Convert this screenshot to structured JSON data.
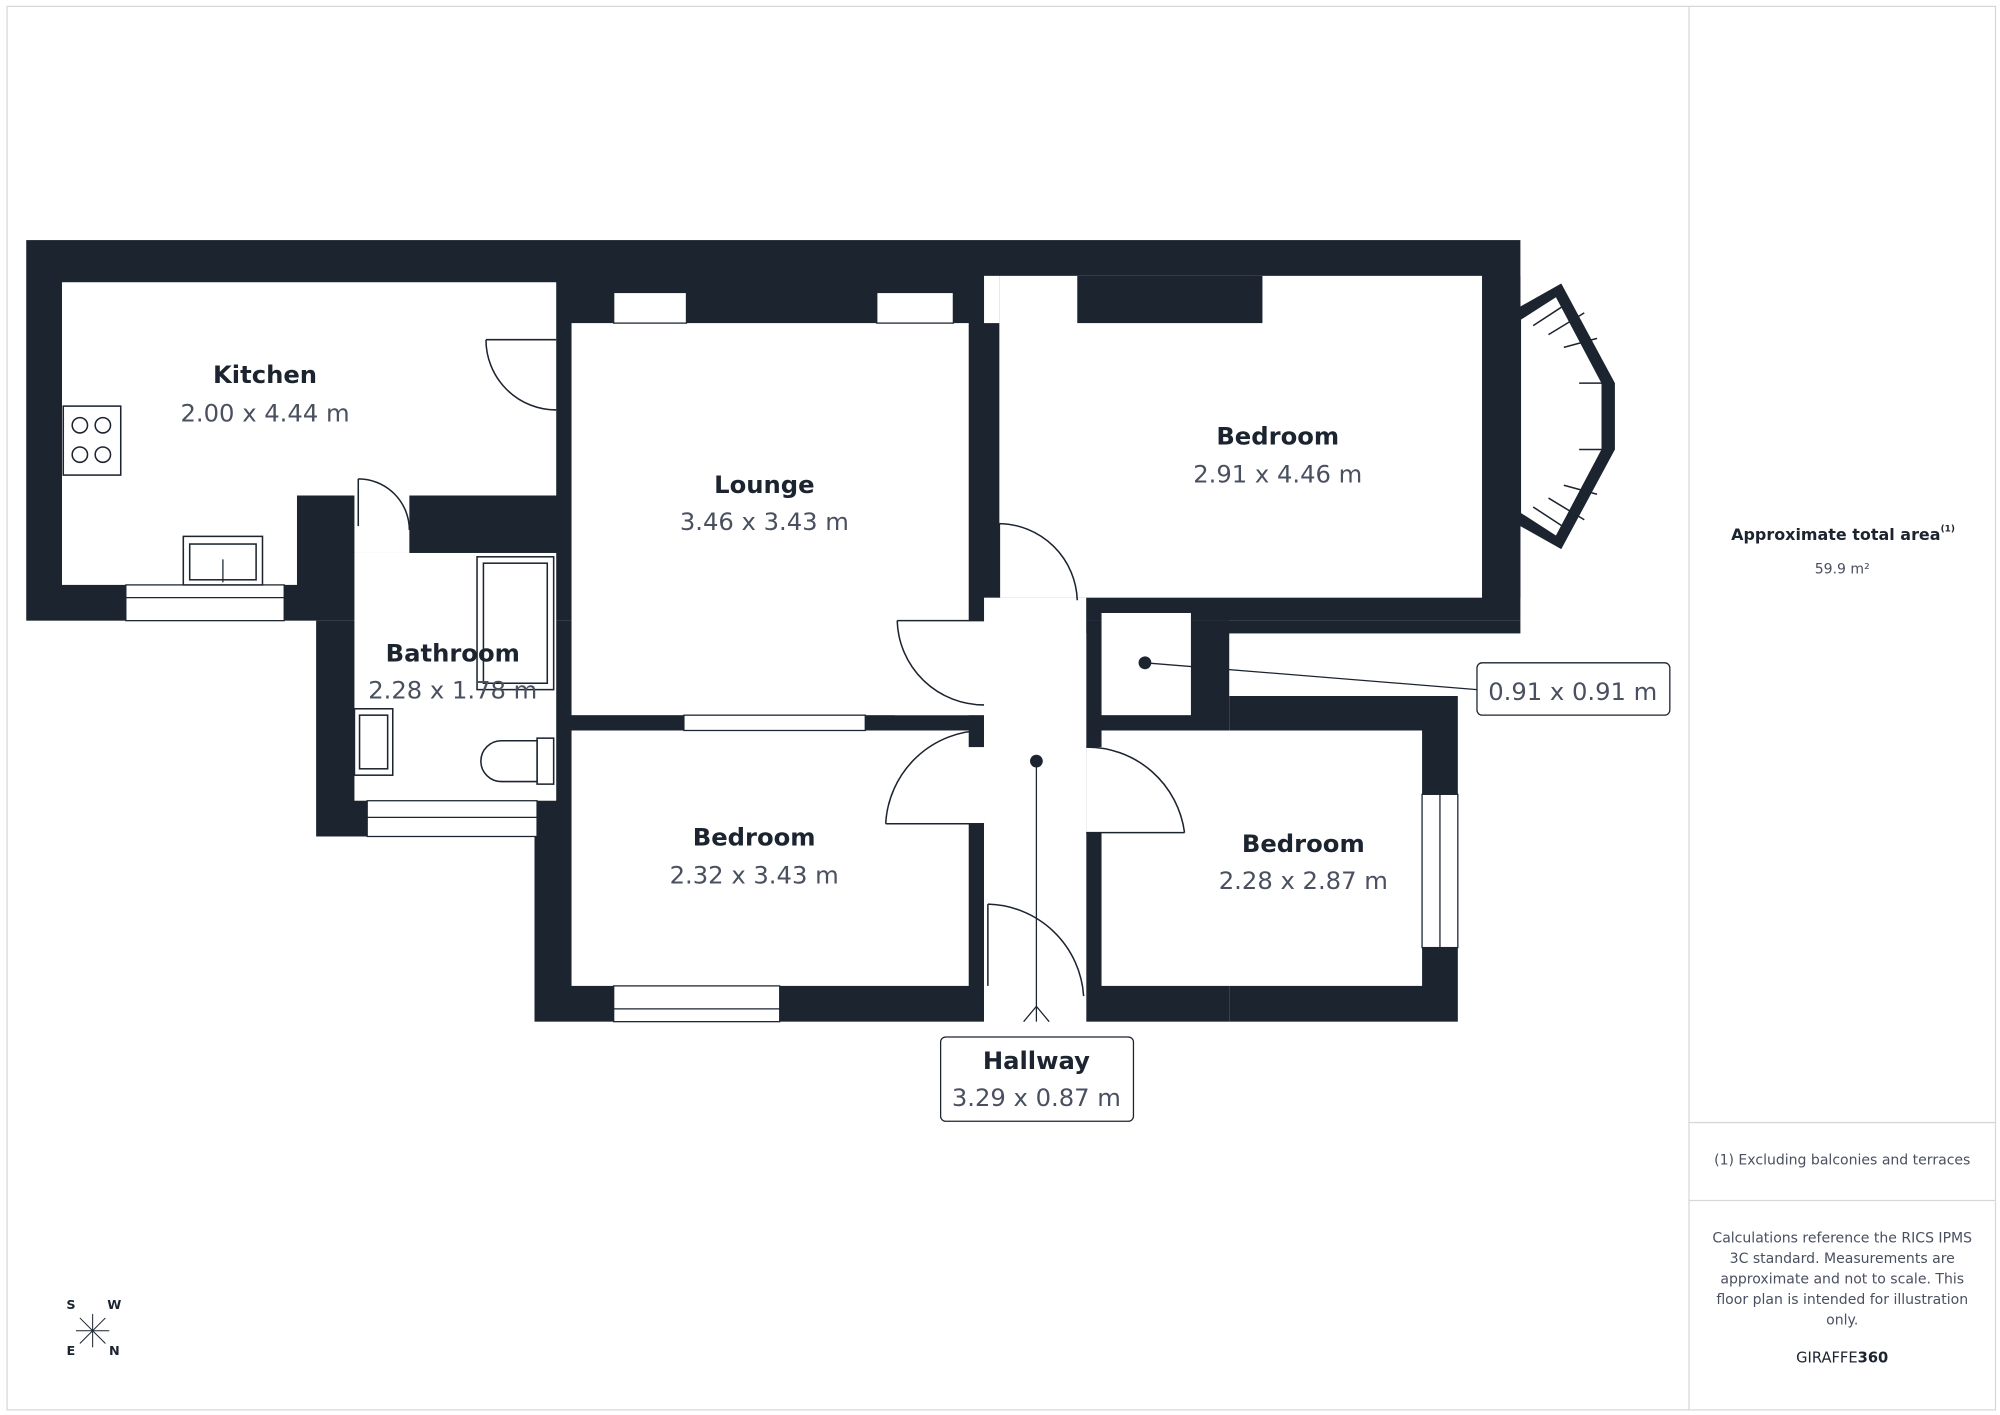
{
  "rooms": {
    "kitchen": {
      "name": "Kitchen",
      "dims": "2.00 x 4.44 m"
    },
    "lounge": {
      "name": "Lounge",
      "dims": "3.46 x 3.43 m"
    },
    "bedroom_main": {
      "name": "Bedroom",
      "dims": "2.91 x 4.46 m"
    },
    "bathroom": {
      "name": "Bathroom",
      "dims": "2.28 x 1.78 m"
    },
    "bedroom_front": {
      "name": "Bedroom",
      "dims": "2.32 x 3.43 m"
    },
    "bedroom_small": {
      "name": "Bedroom",
      "dims": "2.28 x 2.87 m"
    },
    "hallway": {
      "name": "Hallway",
      "dims": "3.29 x 0.87 m"
    },
    "cupboard": {
      "dims": "0.91 x 0.91 m"
    }
  },
  "compass": {
    "top_left": "S",
    "top_right": "W",
    "bottom_left": "E",
    "bottom_right": "N"
  },
  "panel": {
    "area_title": "Approximate total area",
    "area_sup": "(1)",
    "area_value": "59.9 m²",
    "footnote": "(1) Excluding balconies and terraces",
    "disclaimer_lines": [
      "Calculations reference the RICS IPMS",
      "3C standard. Measurements are",
      "approximate and not to scale. This",
      "floor plan is intended for illustration",
      "only."
    ],
    "brand_light": "GIRAFFE",
    "brand_bold": "360"
  },
  "colors": {
    "wall": "#1c2430",
    "text_secondary": "#4a5060",
    "border": "#d8d8d8"
  }
}
